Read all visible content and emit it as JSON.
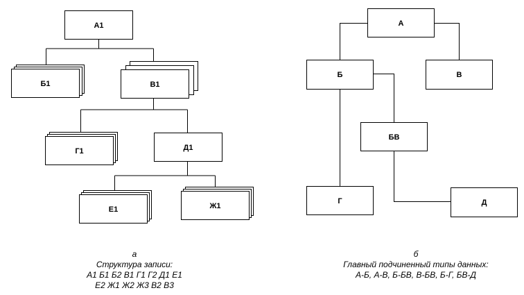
{
  "left_diagram": {
    "nodes": {
      "a1": "А1",
      "b1": "Б1",
      "v1": "В1",
      "g1": "Г1",
      "d1": "Д1",
      "e1": "Е1",
      "zh1": "Ж1"
    },
    "caption": {
      "letter": "а",
      "line1": "Структура записи:",
      "line2": "А1 Б1 Б2 В1 Г1 Г2 Д1 Е1",
      "line3": "Е2 Ж1 Ж2 Ж3 В2 В3"
    }
  },
  "right_diagram": {
    "nodes": {
      "a": "А",
      "b": "Б",
      "v": "В",
      "bv": "БВ",
      "g": "Г",
      "d": "Д"
    },
    "caption": {
      "letter": "б",
      "line1": "Главный подчиненный типы данных:",
      "line2": "А-Б, А-В, Б-БВ,  В-БВ,  Б-Г, БВ-Д"
    }
  }
}
